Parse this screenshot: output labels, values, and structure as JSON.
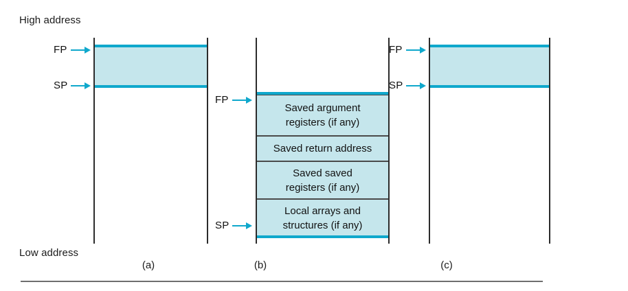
{
  "figure": {
    "axis_labels": {
      "high": "High address",
      "low": "Low address"
    },
    "colors": {
      "fill": "#c5e6ec",
      "accent": "#0fa8cc",
      "rule": "#2b2b2b",
      "cell_border": "#4a4a4a",
      "bottom_rule": "#6e6e6e",
      "text": "#111111"
    },
    "panels": [
      {
        "caption": "(a)",
        "pointers": [
          {
            "label": "FP"
          },
          {
            "label": "SP"
          }
        ],
        "cells": []
      },
      {
        "caption": "(b)",
        "pointers": [
          {
            "label": "FP"
          },
          {
            "label": "SP"
          }
        ],
        "cells": [
          {
            "line1": "Saved argument",
            "line2": "registers (if any)"
          },
          {
            "line1": "Saved return address",
            "line2": ""
          },
          {
            "line1": "Saved saved",
            "line2": "registers (if any)"
          },
          {
            "line1": "Local arrays and",
            "line2": "structures (if any)"
          }
        ]
      },
      {
        "caption": "(c)",
        "pointers": [
          {
            "label": "FP"
          },
          {
            "label": "SP"
          }
        ],
        "cells": []
      }
    ]
  }
}
